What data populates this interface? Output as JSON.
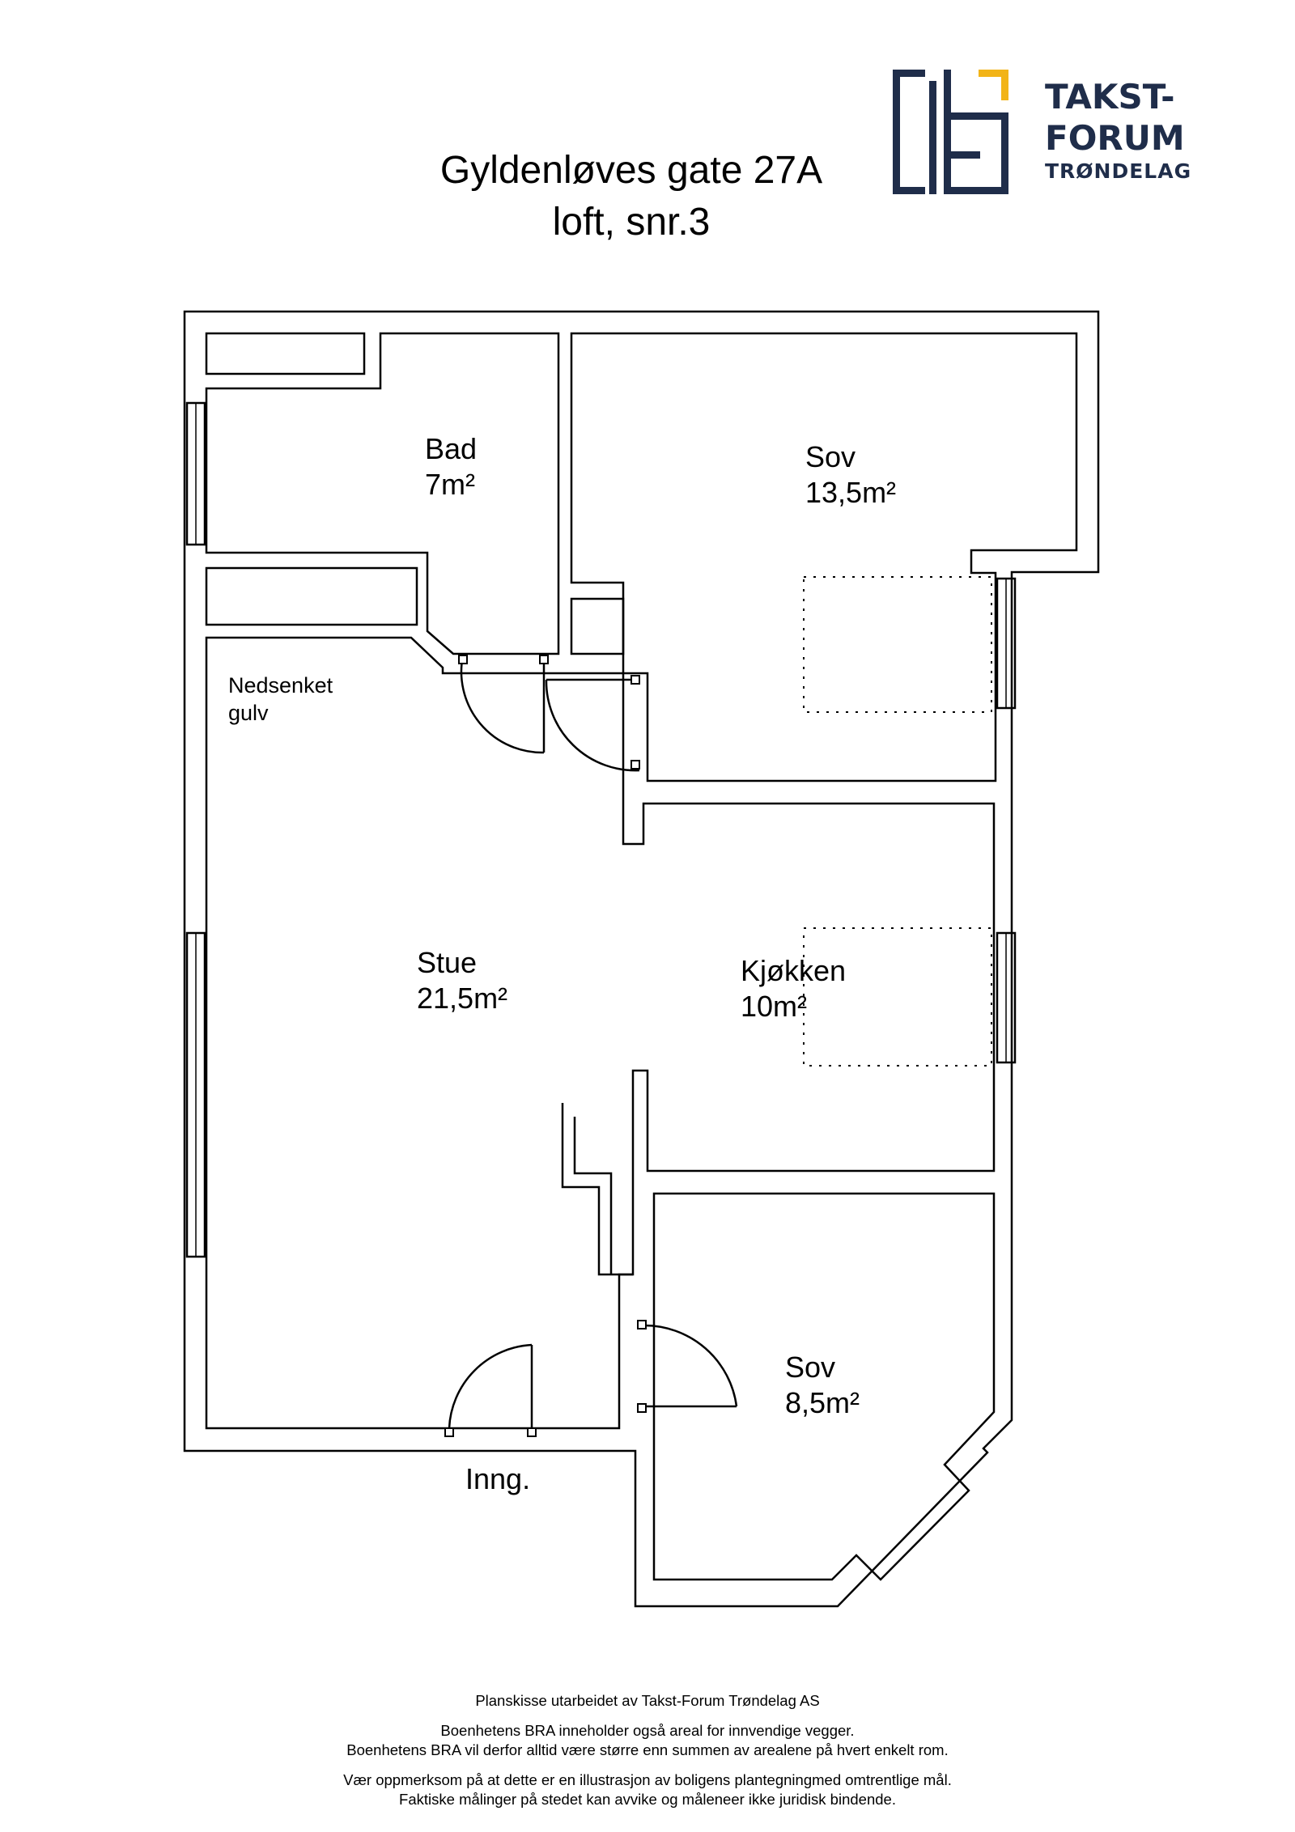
{
  "header": {
    "title_line1": "Gyldenløves gate 27A",
    "title_line2": "loft, snr.3"
  },
  "logo": {
    "line1": "TAKST-",
    "line2": "FORUM",
    "line3": "TRØNDELAG",
    "colors": {
      "navy": "#1f2d4a",
      "gold": "#f2b418"
    }
  },
  "rooms": {
    "bad": {
      "name": "Bad",
      "area": "7m²"
    },
    "sov_upper": {
      "name": "Sov",
      "area": "13,5m²"
    },
    "stue": {
      "name": "Stue",
      "area": "21,5m²"
    },
    "kjokken": {
      "name": "Kjøkken",
      "area": "10m²"
    },
    "sov_lower": {
      "name": "Sov",
      "area": "8,5m²"
    }
  },
  "annotations": {
    "nedsenket_line1": "Nedsenket",
    "nedsenket_line2": "gulv",
    "entrance": "Inng."
  },
  "footer": {
    "line1": "Planskisse utarbeidet av Takst-Forum Trøndelag AS",
    "line2": "Boenhetens BRA inneholder også areal for innvendige vegger.",
    "line3": "Boenhetens BRA vil derfor alltid være større enn summen av arealene på hvert enkelt rom.",
    "line4": "Vær oppmerksom på at dette er en illustrasjon av boligens plantegningmed omtrentlige mål.",
    "line5": "Faktiske målinger på stedet kan avvike og måleneer ikke juridisk bindende."
  }
}
